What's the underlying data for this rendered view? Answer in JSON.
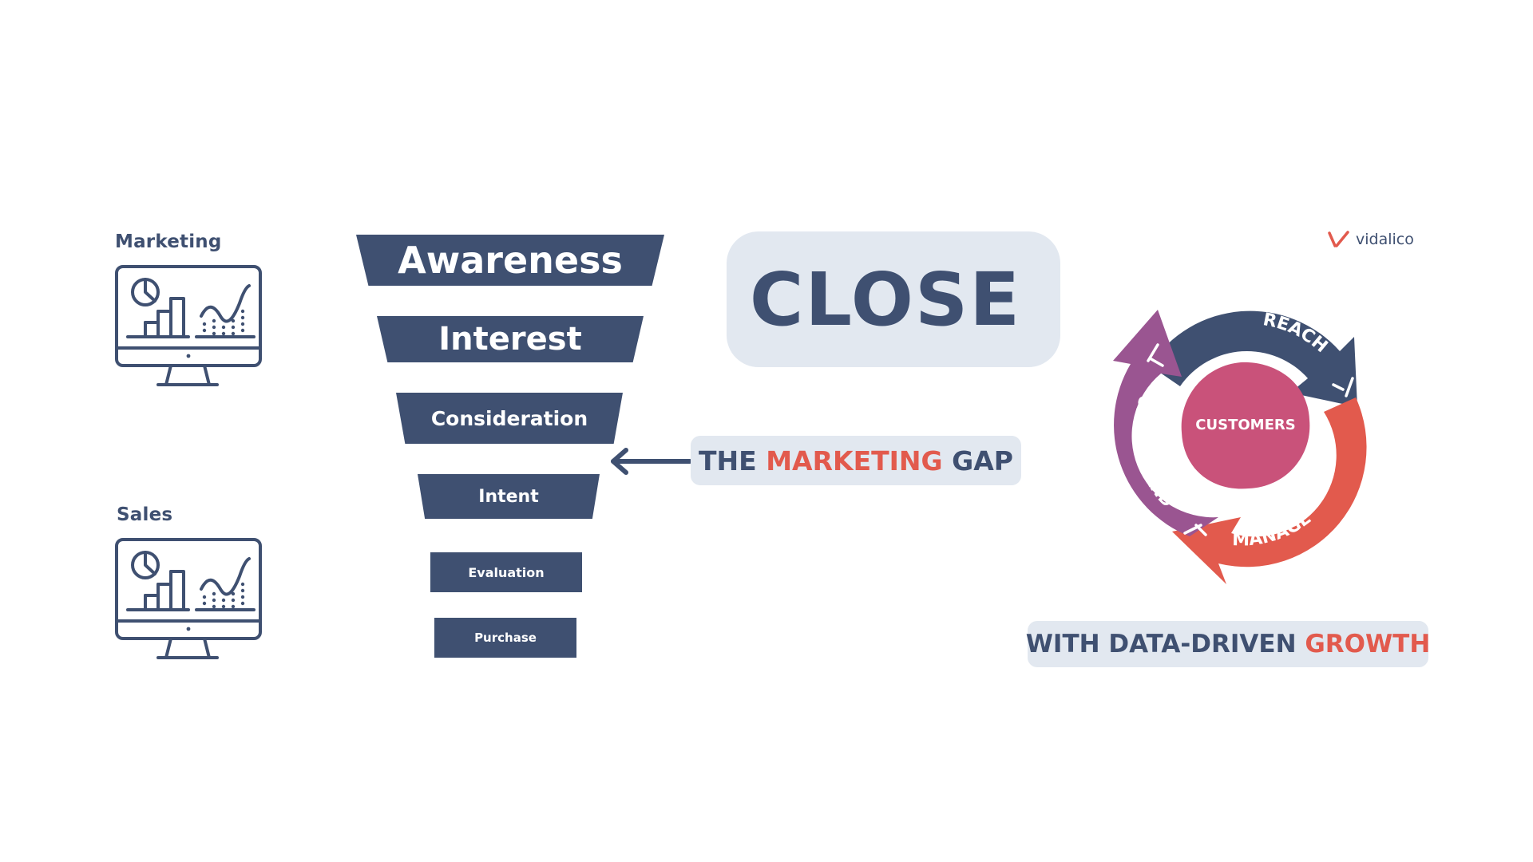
{
  "marketing_label": "Marketing",
  "sales_label": "Sales",
  "funnel": {
    "steps": [
      "Awareness",
      "Interest",
      "Consideration",
      "Intent",
      "Evaluation",
      "Purchase"
    ]
  },
  "close_text": "CLOSE",
  "gap": {
    "part1": "THE ",
    "part2": "MARKETING",
    "part3": " GAP"
  },
  "growth": {
    "part1": "WITH DATA-DRIVEN ",
    "part2": "GROWTH"
  },
  "logo_text": "vidalico",
  "cycle": {
    "center": "CUSTOMERS",
    "reach": "REACH",
    "manage": "MANAGE",
    "understand": "UNDERSTAND"
  },
  "colors": {
    "navy": "#3f5071",
    "coral": "#e25a4d",
    "purple": "#9a5591",
    "pink": "#c9527a",
    "light_box": "#e2e8f0"
  },
  "icons": {
    "dashboard": "computer-monitor-analytics-icon",
    "arrow": "left-arrow-icon"
  }
}
